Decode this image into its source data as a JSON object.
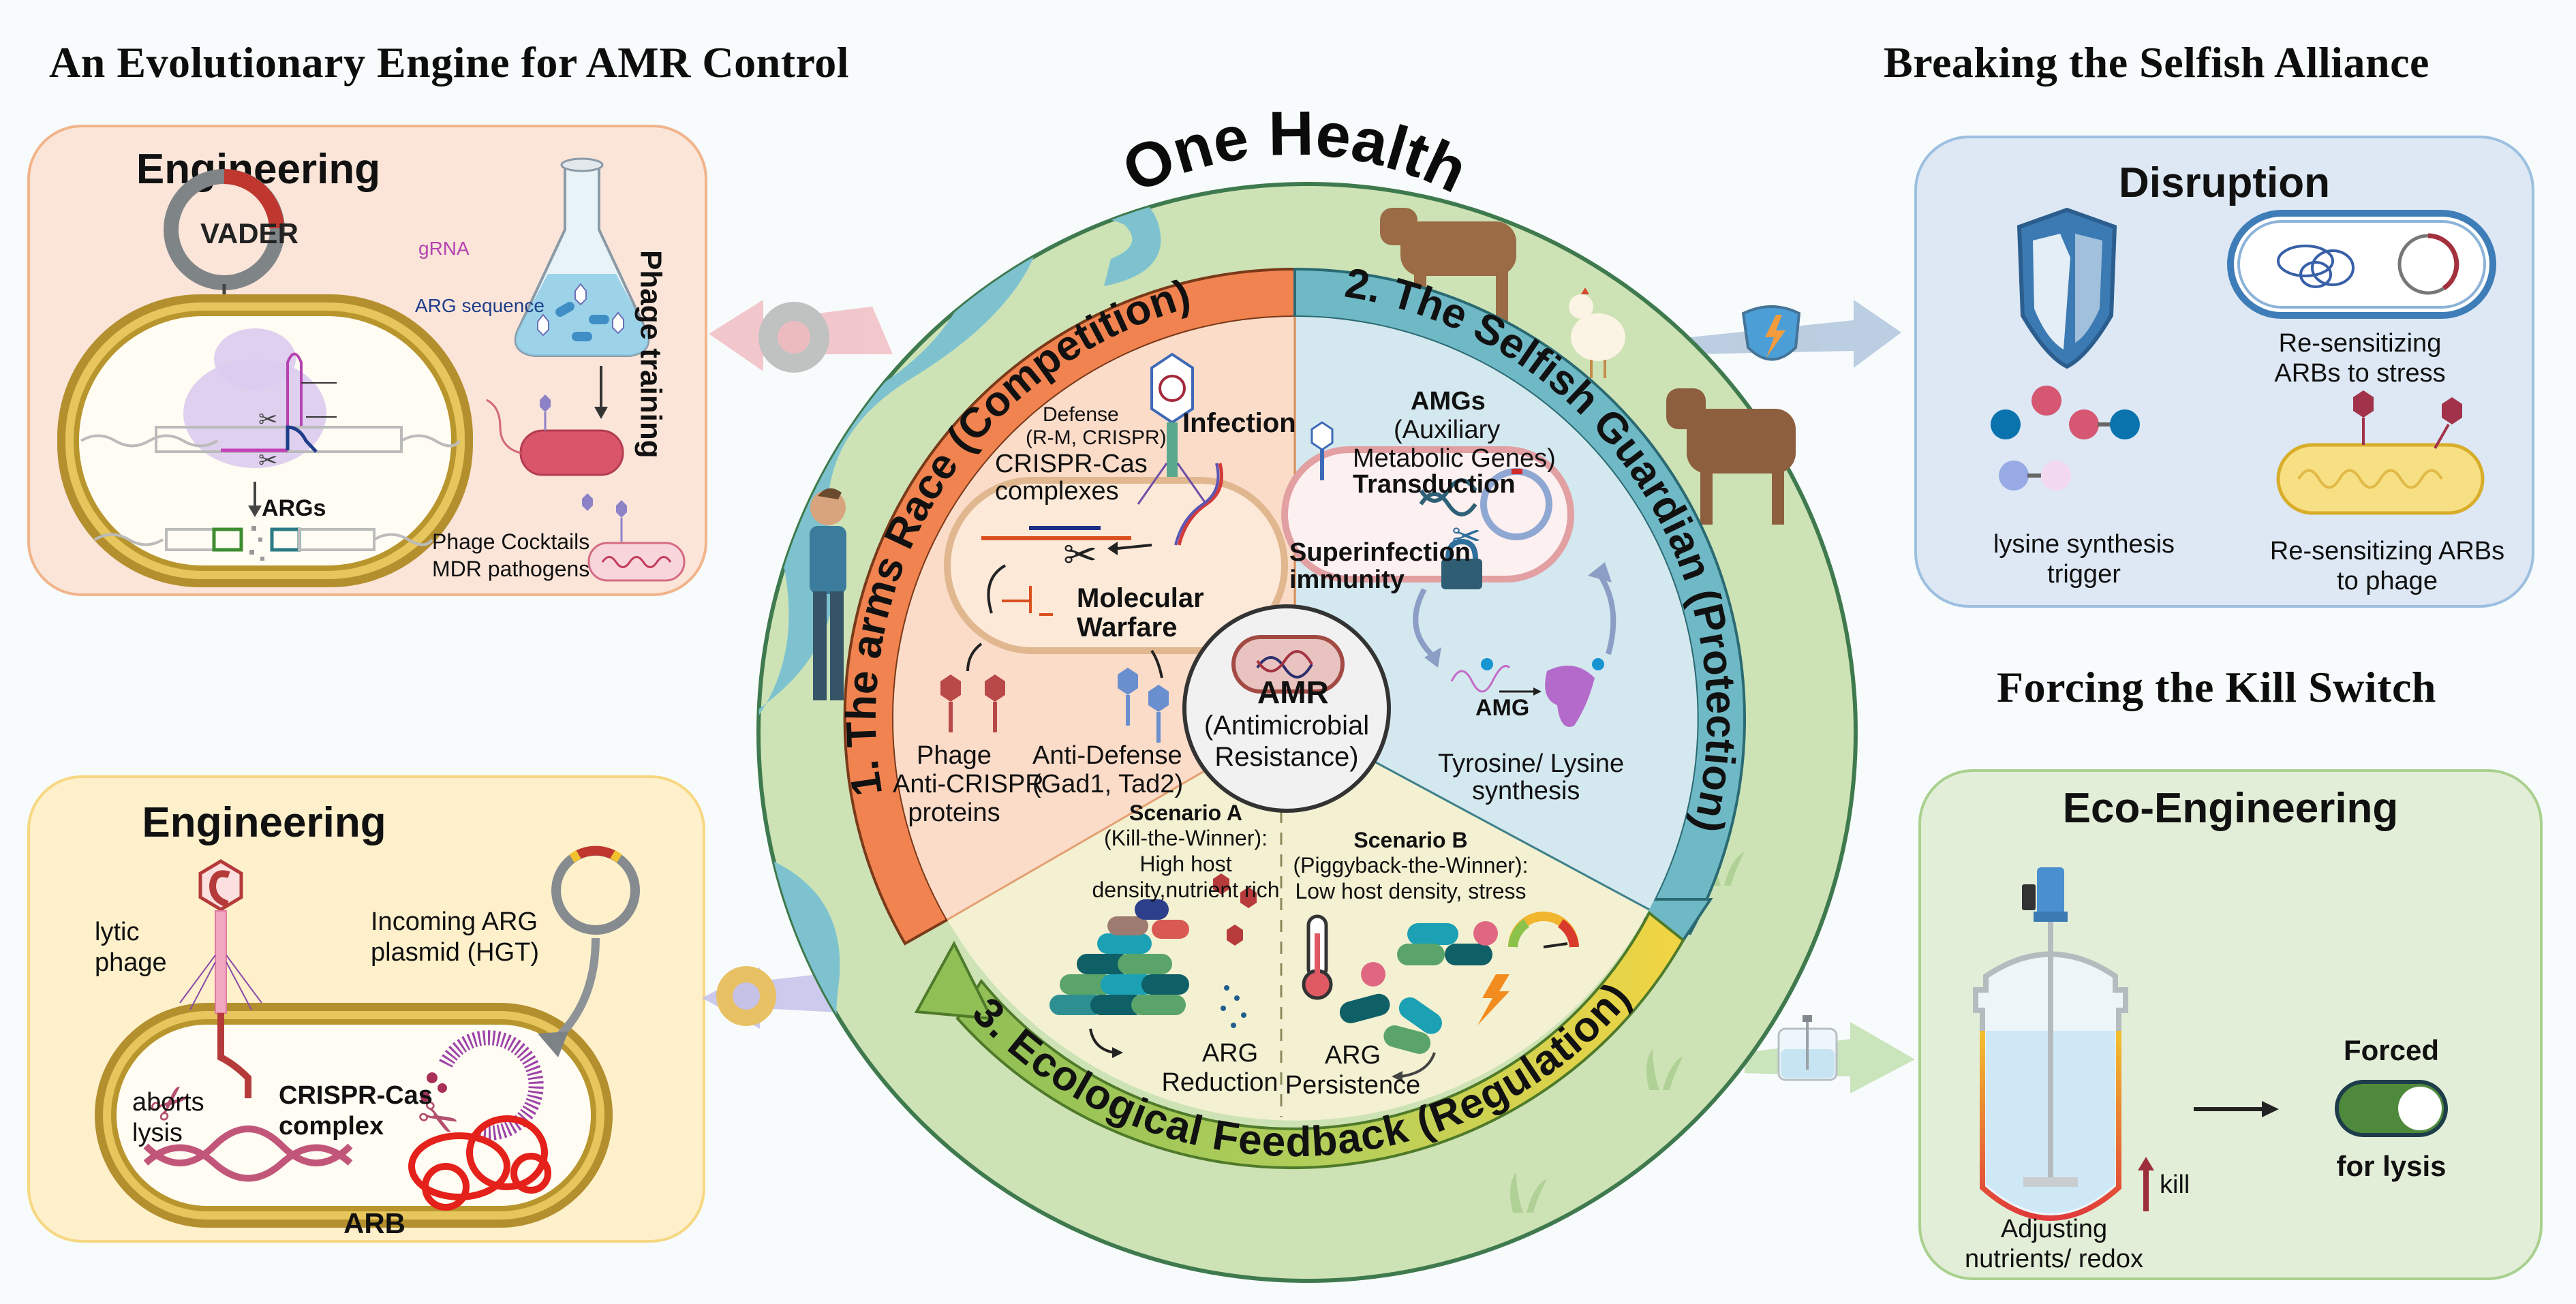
{
  "headers": {
    "left": "An Evolutionary Engine for AMR Control",
    "right_top": "Breaking the Selfish Alliance",
    "right_bottom": "Forcing the Kill Switch"
  },
  "hub": {
    "title": "One Health",
    "center": {
      "title": "AMR",
      "line1": "(Antimicrobial",
      "line2": "Resistance)"
    },
    "segments": [
      {
        "id": "arms-race",
        "label": "1. The arms Race (Competition)",
        "color": "#f0834f",
        "fill": "#fbdcc9",
        "items": {
          "defense": [
            "Defense",
            "(R-M, CRISPR)"
          ],
          "infection": "Infection",
          "crispr": [
            "CRISPR-Cas",
            "complexes"
          ],
          "warfare": [
            "Molecular",
            "Warfare"
          ],
          "anti_crispr": [
            "Phage",
            "Anti-CRISPR",
            "proteins"
          ],
          "anti_defense": [
            "Anti-Defense",
            "(Gad1, Tad2)"
          ]
        }
      },
      {
        "id": "selfish-guardian",
        "label": "2. The Selfish Guardian (Protection)",
        "color": "#6fb9c6",
        "fill": "#d4e8ef",
        "items": {
          "amgs": [
            "AMGs",
            "(Auxiliary",
            "Metabolic Genes)"
          ],
          "transduction": "Transduction",
          "superinfection": [
            "Superinfection",
            "immunity"
          ],
          "amg": "AMG",
          "synthesis": [
            "Tyrosine/ Lysine",
            "synthesis"
          ]
        }
      },
      {
        "id": "ecological-feedback",
        "label": "3. Ecological Feedback (Regulation)",
        "color": "#9bc35b",
        "fill": "#f3f1d2",
        "items": {
          "scenario_a": [
            "Scenario A",
            "(Kill-the-Winner):",
            "High host",
            "density,nutrient rich"
          ],
          "scenario_b": [
            "Scenario B",
            "(Piggyback-the-Winner):",
            "Low host density, stress"
          ],
          "arg_reduction": [
            "ARG",
            "Reduction"
          ],
          "arg_persistence": [
            "ARG",
            "Persistence"
          ]
        }
      }
    ]
  },
  "panels": {
    "engineering_top": {
      "title": "Engineering",
      "vader": "VADER",
      "grna": "gRNA",
      "arg_sequence": "ARG sequence",
      "args": "ARGs",
      "phage_training": "Phage training",
      "cocktails": [
        "Phage Cocktails",
        "MDR pathogens"
      ]
    },
    "engineering_bottom": {
      "title": "Engineering",
      "lytic_phage": [
        "lytic",
        "phage"
      ],
      "incoming": [
        "Incoming ARG",
        "plasmid (HGT)"
      ],
      "aborts": [
        "aborts",
        "lysis"
      ],
      "crispr": [
        "CRISPR-Cas",
        "complex"
      ],
      "arb": "ARB"
    },
    "disruption": {
      "title": "Disruption",
      "stress": [
        "Re-sensitizing",
        "ARBs to stress"
      ],
      "lysine": [
        "lysine synthesis",
        "trigger"
      ],
      "phage": [
        "Re-sensitizing ARBs",
        "to phage"
      ]
    },
    "eco_engineering": {
      "title": "Eco-Engineering",
      "forced": "Forced",
      "for_lysis": "for lysis",
      "kill": "kill",
      "adjusting": [
        "Adjusting",
        "nutrients/ redox"
      ],
      "switch_state": "on"
    }
  },
  "colors": {
    "panel_orange_bg": "#fbe5d9",
    "panel_orange_border": "#f1b48b",
    "panel_yellow_bg": "#fdf0cb",
    "panel_yellow_border": "#f7d781",
    "panel_blue_bg": "#dde8f4",
    "panel_blue_border": "#9dbfe0",
    "panel_green_bg": "#e3eed8",
    "panel_green_border": "#a9d08e"
  }
}
